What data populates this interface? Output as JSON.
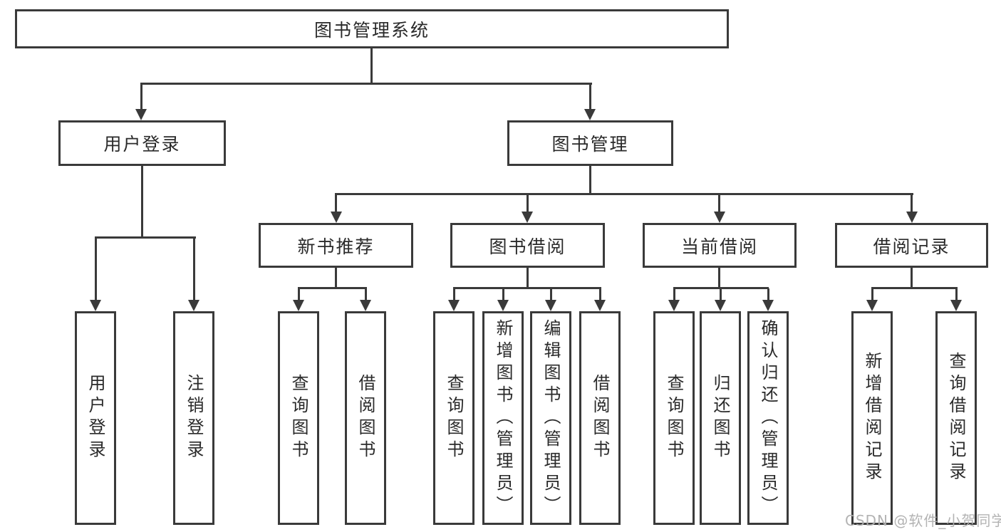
{
  "diagram_type": "hierarchy",
  "colors": {
    "line": "#3a3a3a",
    "text": "#2a2a2a",
    "background": "#ffffff",
    "watermark": "#afafaf"
  },
  "tree": {
    "label": "图书管理系统",
    "children": [
      {
        "label": "用户登录",
        "children": [
          {
            "label": "用户登录"
          },
          {
            "label": "注销登录"
          }
        ]
      },
      {
        "label": "图书管理",
        "children": [
          {
            "label": "新书推荐",
            "children": [
              {
                "label": "查询图书"
              },
              {
                "label": "借阅图书"
              }
            ]
          },
          {
            "label": "图书借阅",
            "children": [
              {
                "label": "查询图书"
              },
              {
                "label": "新增图书（管理员）"
              },
              {
                "label": "编辑图书（管理员）"
              },
              {
                "label": "借阅图书"
              }
            ]
          },
          {
            "label": "当前借阅",
            "children": [
              {
                "label": "查询图书"
              },
              {
                "label": "归还图书"
              },
              {
                "label": "确认归还（管理员）"
              }
            ]
          },
          {
            "label": "借阅记录",
            "children": [
              {
                "label": "新增借阅记录"
              },
              {
                "label": "查询借阅记录"
              }
            ]
          }
        ]
      }
    ]
  },
  "watermark": {
    "text": "CSDN @软件_小贺同学"
  }
}
